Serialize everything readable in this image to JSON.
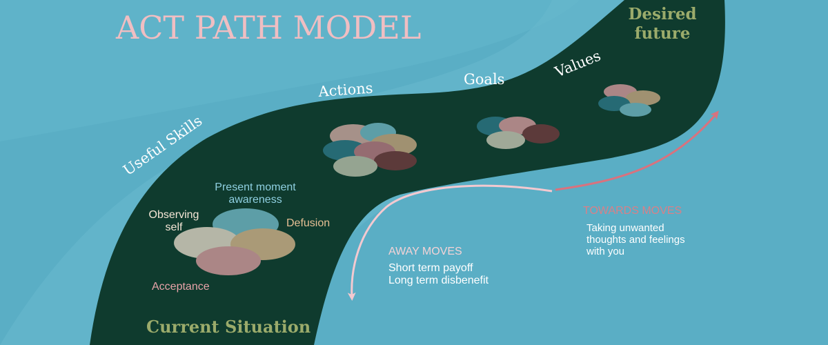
{
  "title": "ACT PATH MODEL",
  "endpoints": {
    "desired_future_line1": "Desired",
    "desired_future_line2": "future",
    "current_situation": "Current Situation"
  },
  "path_labels": {
    "useful_skills": "Useful Skills",
    "actions": "Actions",
    "goals": "Goals",
    "values": "Values"
  },
  "skills": {
    "present_moment_line1": "Present moment",
    "present_moment_line2": "awareness",
    "observing_self_line1": "Observing",
    "observing_self_line2": "self",
    "defusion": "Defusion",
    "acceptance": "Acceptance"
  },
  "away_moves": {
    "heading": "AWAY MOVES",
    "line1": "Short term payoff",
    "line2": "Long term disbenefit"
  },
  "towards_moves": {
    "heading": "TOWARDS MOVES",
    "line1": "Taking unwanted",
    "line2": "thoughts and feelings",
    "line3": "with you"
  },
  "colors": {
    "background": "#5fb3c9",
    "river_light": "#56a9c1",
    "path": "#0f3b2e",
    "title": "#f0bec2",
    "endpoint_text": "#9bab6b",
    "label_text": "#ffffff",
    "present_moment": "#7cc4d6",
    "observing_self": "#f5e6d6",
    "defusion": "#e6bf94",
    "acceptance": "#e8a3a9",
    "away_arrow": "#f3c9d0",
    "towards_arrow": "#d9727e",
    "away_heading": "#f5d3d6",
    "towards_heading": "#d98088"
  }
}
